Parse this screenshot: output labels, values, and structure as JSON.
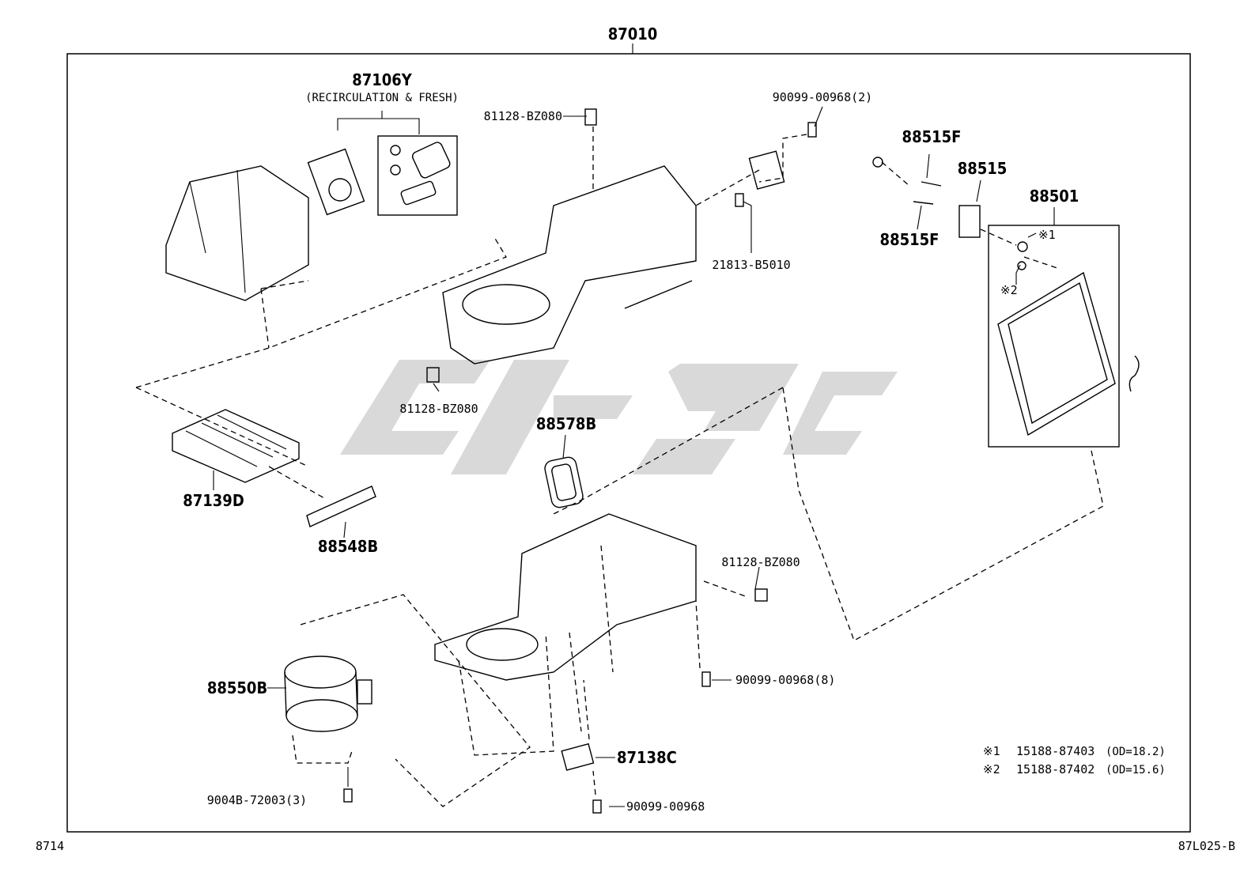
{
  "title_part": "87010",
  "labels": {
    "p87106y": "87106Y",
    "p87106y_note": "(RECIRCULATION & FRESH)",
    "p81128_top": "81128-BZ080",
    "p81128_mid": "81128-BZ080",
    "p81128_low": "81128-BZ080",
    "p90099_2": "90099-00968(2)",
    "p90099_8": "90099-00968(8)",
    "p90099": "90099-00968",
    "p88515f_top": "88515F",
    "p88515f_bot": "88515F",
    "p88515": "88515",
    "p88501": "88501",
    "mark1": "※1",
    "mark2": "※2",
    "p21813": "21813-B5010",
    "p87139d": "87139D",
    "p88548b": "88548B",
    "p88578b": "88578B",
    "p88550b": "88550B",
    "p87138c": "87138C",
    "p9004b": "9004B-72003(3)"
  },
  "notes": [
    {
      "mark": "※1",
      "part": "15188-87403",
      "spec": "(OD=18.2)"
    },
    {
      "mark": "※2",
      "part": "15188-87402",
      "spec": "(OD=15.6)"
    }
  ],
  "footer": {
    "left": "8714",
    "right": "87L025-B"
  },
  "colors": {
    "line": "#000000",
    "watermark": "#d9d9d9",
    "background": "#ffffff"
  }
}
